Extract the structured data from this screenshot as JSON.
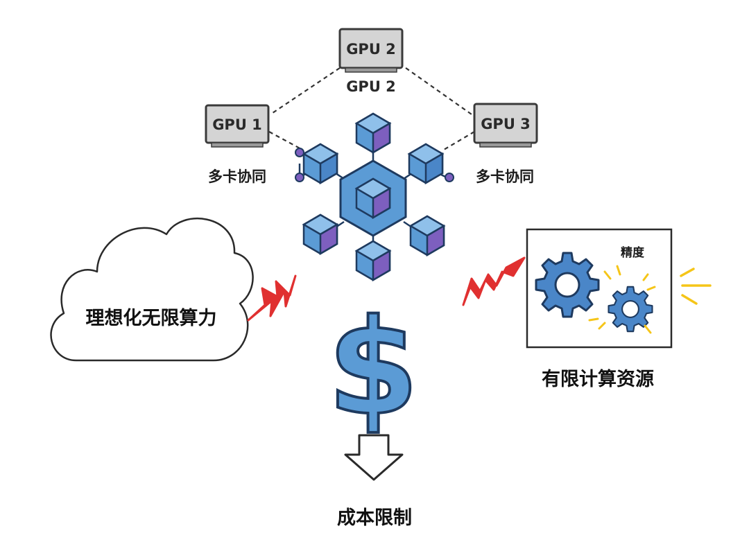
{
  "gpus": [
    {
      "label": "GPU 1"
    },
    {
      "label": "GPU 2",
      "caption": "GPU 2"
    },
    {
      "label": "GPU 3"
    }
  ],
  "labels": {
    "multi_card_left": "多卡协同",
    "multi_card_right": "多卡协同",
    "ideal_compute": "理想化无限算力",
    "limited_resources": "有限计算资源",
    "precision": "精度",
    "cost_limit": "成本限制"
  },
  "colors": {
    "cube_blue": "#5b9bd5",
    "cube_purple": "#7d5fbf",
    "outline": "#1e3a5f",
    "lightning": "#e03030",
    "gear_blue": "#4a86c8",
    "spark": "#f5c518",
    "chip_gray": "#d4d4d4"
  },
  "icons": [
    "cube-network-icon",
    "cloud-icon",
    "lightning-icon",
    "dollar-icon",
    "down-arrow-icon",
    "gear-icon"
  ]
}
